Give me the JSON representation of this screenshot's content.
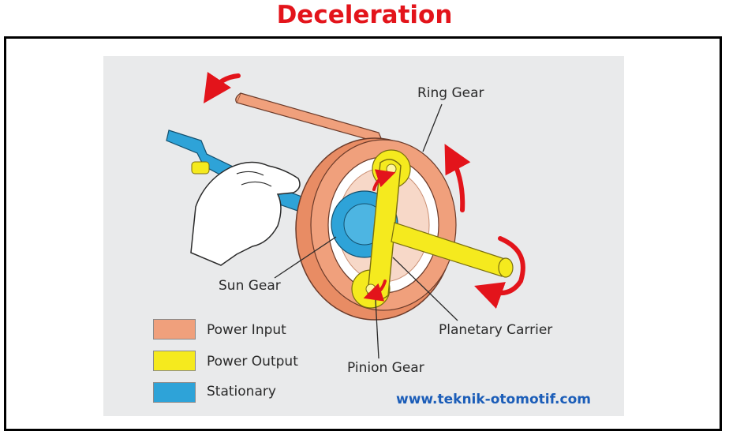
{
  "title": "Deceleration",
  "labels": {
    "ring_gear": "Ring Gear",
    "sun_gear": "Sun Gear",
    "planetary_carrier": "Planetary Carrier",
    "pinion_gear": "Pinion Gear"
  },
  "legend": [
    {
      "label": "Power Input",
      "color": "#f0a07c"
    },
    {
      "label": "Power Output",
      "color": "#f5ea1e"
    },
    {
      "label": "Stationary",
      "color": "#2ea3d8"
    }
  ],
  "colors": {
    "title": "#e3141b",
    "ring": "#f0a07c",
    "output": "#f5ea1e",
    "sun": "#2ea3d8",
    "arrow": "#e3141b",
    "panel": "#e9eaeb",
    "url": "#1b5db8"
  },
  "watermark": "www.teknik-otomotif.com"
}
